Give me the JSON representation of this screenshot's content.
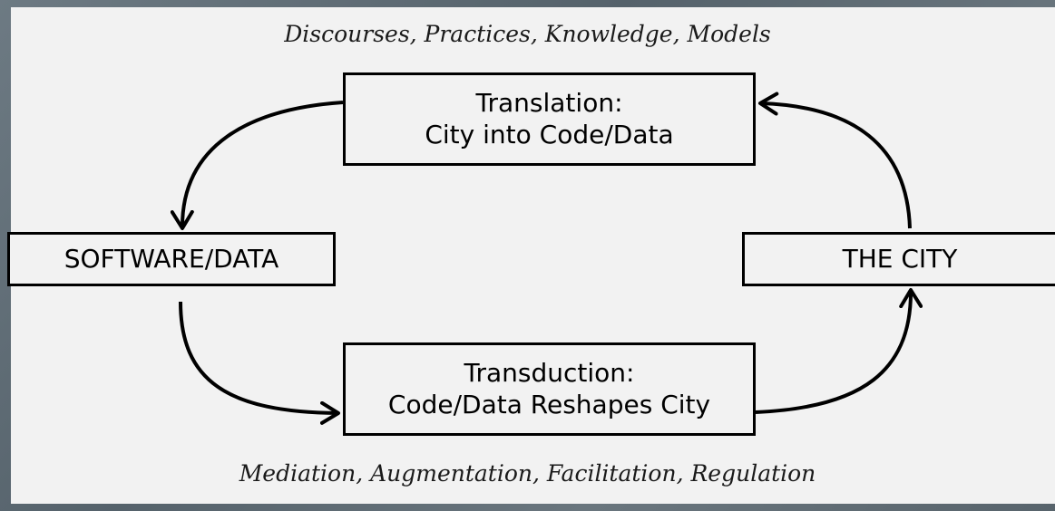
{
  "captions": {
    "top": "Discourses, Practices, Knowledge, Models",
    "bottom": "Mediation, Augmentation, Facilitation, Regulation"
  },
  "nodes": {
    "translation": {
      "line1": "Translation:",
      "line2": "City into Code/Data"
    },
    "transduction": {
      "line1": "Transduction:",
      "line2": "Code/Data Reshapes City"
    },
    "software": {
      "label": "SOFTWARE/DATA"
    },
    "city": {
      "label": "THE CITY"
    }
  },
  "colors": {
    "panel": "#f2f2f2",
    "stroke": "#000000",
    "backdrop": "#5f6b73"
  }
}
